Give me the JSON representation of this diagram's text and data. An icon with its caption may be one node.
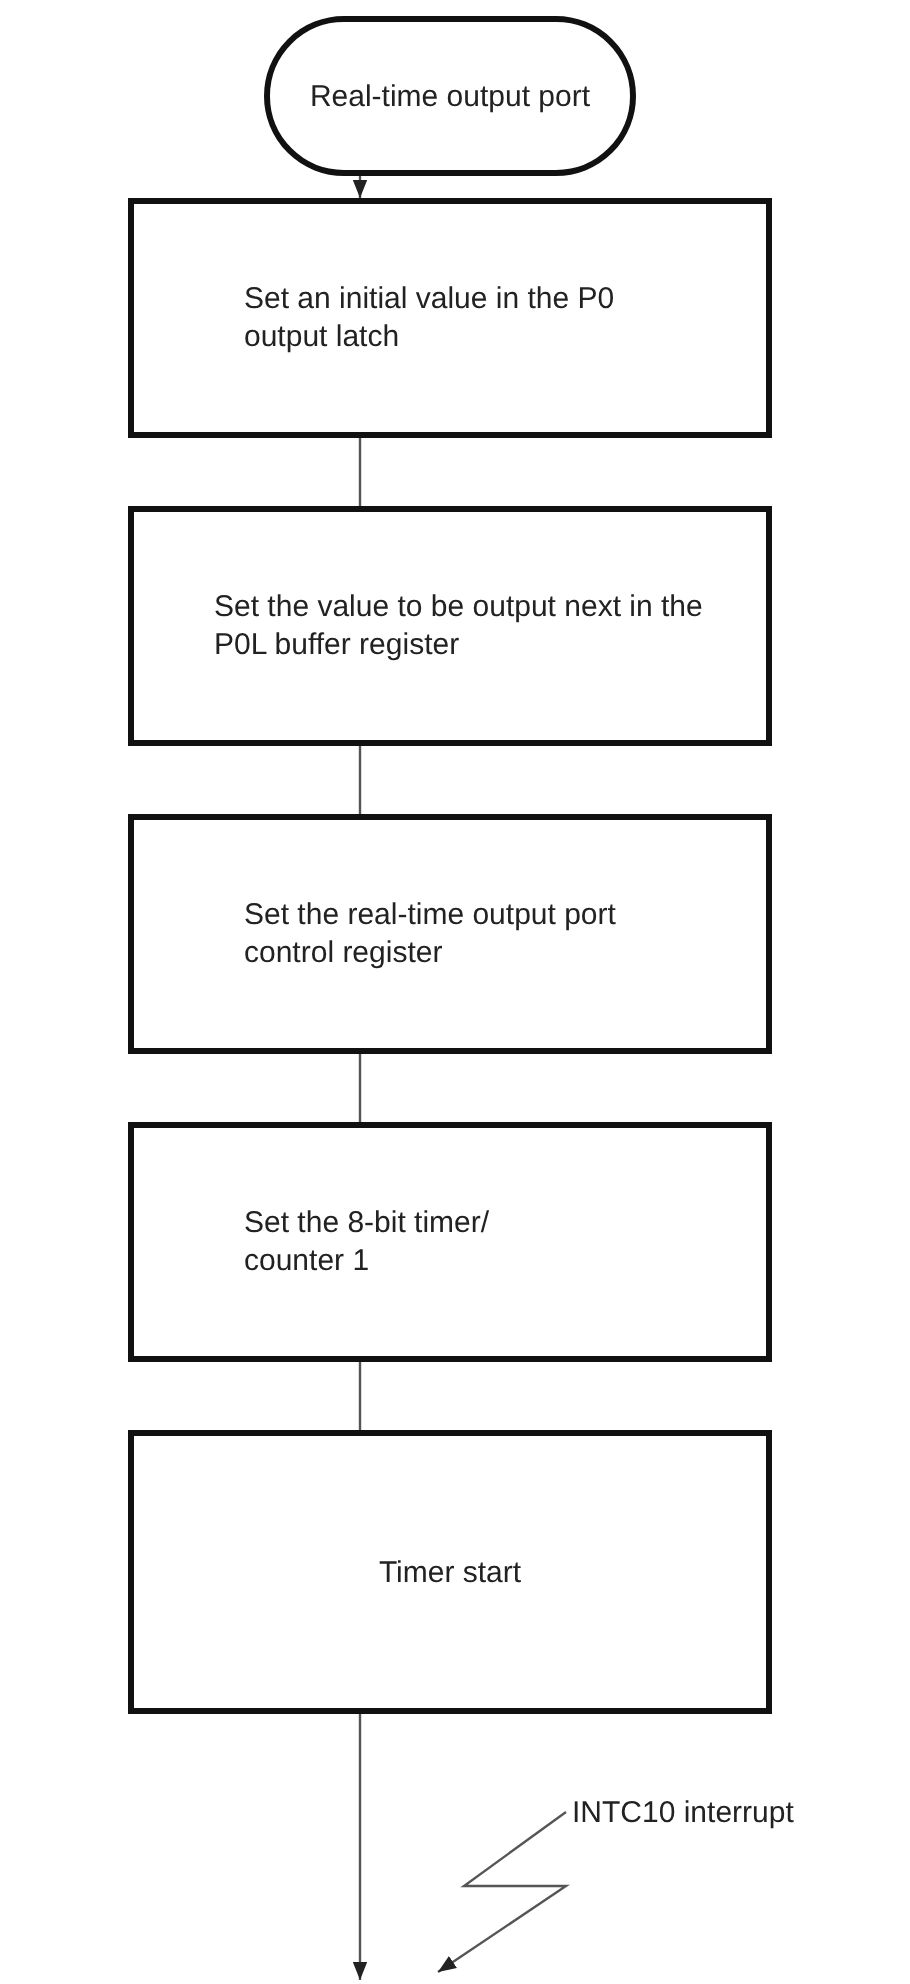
{
  "diagram": {
    "nodes": [
      {
        "text": [
          "Real-time output port"
        ]
      },
      {
        "text": [
          "Set an initial value in the P0 output latch"
        ]
      },
      {
        "text": [
          "Set the value to be output next in the P0L buffer register"
        ]
      },
      {
        "text": [
          "Set the real-time output port control register"
        ]
      },
      {
        "text": [
          "Set the 8-bit timer/ counter 1"
        ]
      },
      {
        "text": [
          "Timer start"
        ]
      },
      {
        "text": [
          "INTC10 interrupt"
        ]
      }
    ],
    "edges": [
      {
        "from": 0,
        "to": 1,
        "arrow": "to"
      },
      {
        "from": 1,
        "to": 2,
        "arrow": "none"
      },
      {
        "from": 2,
        "to": 3,
        "arrow": "none"
      },
      {
        "from": 3,
        "to": 4,
        "arrow": "none"
      },
      {
        "from": 4,
        "to": 5,
        "arrow": "none"
      },
      {
        "from": 5,
        "to": null,
        "arrow": "to"
      },
      {
        "from": 6,
        "to": null,
        "arrow": "to"
      }
    ]
  }
}
